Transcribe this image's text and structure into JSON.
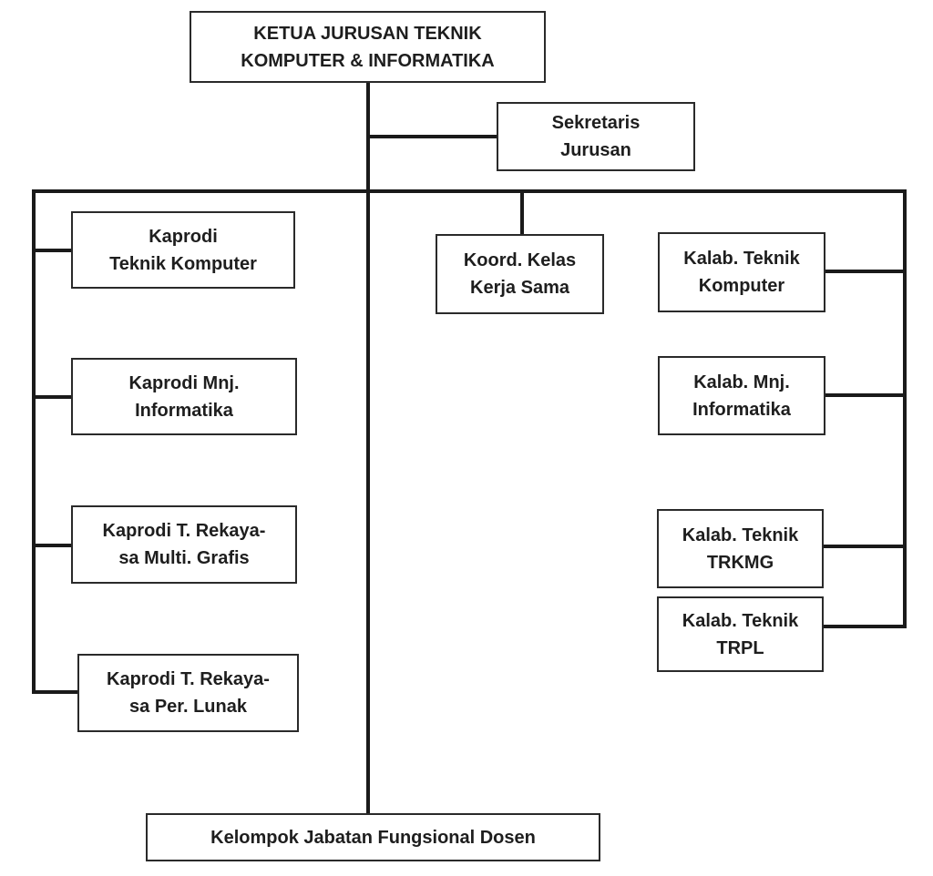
{
  "head": {
    "line1": "KETUA JURUSAN TEKNIK",
    "line2": "KOMPUTER & INFORMATIKA"
  },
  "secretary": {
    "line1": "Sekretaris",
    "line2": "Jurusan"
  },
  "kaprodi": [
    {
      "line1": "Kaprodi",
      "line2": "Teknik Komputer"
    },
    {
      "line1": "Kaprodi Mnj.",
      "line2": "Informatika"
    },
    {
      "line1": "Kaprodi T. Rekaya-",
      "line2": "sa Multi. Grafis"
    },
    {
      "line1": "Kaprodi T. Rekaya-",
      "line2": "sa Per. Lunak"
    }
  ],
  "koord": {
    "line1": "Koord. Kelas",
    "line2": "Kerja Sama"
  },
  "kalab": [
    {
      "line1": "Kalab. Teknik",
      "line2": "Komputer"
    },
    {
      "line1": "Kalab. Mnj.",
      "line2": "Informatika"
    },
    {
      "line1": "Kalab. Teknik",
      "line2": "TRKMG"
    },
    {
      "line1": "Kalab. Teknik",
      "line2": "TRPL"
    }
  ],
  "bottom": {
    "label": "Kelompok Jabatan Fungsional Dosen"
  }
}
